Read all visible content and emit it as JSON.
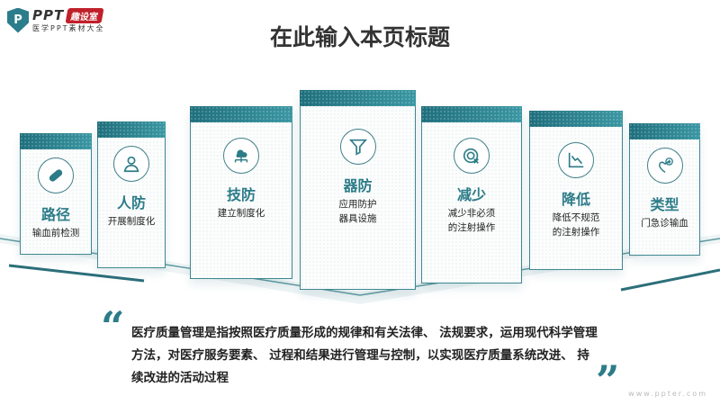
{
  "logo": {
    "brand": "PPT",
    "badge": "趣设室",
    "tagline": "医学PPT素材大全",
    "mark": "P"
  },
  "header": {
    "title": "在此输入本页标题"
  },
  "cards": [
    {
      "title": "路径",
      "sub": "输血前检测",
      "icon": "pill-icon"
    },
    {
      "title": "人防",
      "sub": "开展制度化",
      "icon": "doctor-icon"
    },
    {
      "title": "技防",
      "sub": "建立制度化",
      "icon": "cloud-network-icon"
    },
    {
      "title": "器防",
      "sub": "应用防护\n器具设施",
      "icon": "funnel-icon"
    },
    {
      "title": "减少",
      "sub": "减少非必须\n的注射操作",
      "icon": "target-cancel-icon"
    },
    {
      "title": "降低",
      "sub": "降低不规范\n的注射操作",
      "icon": "declining-chart-icon"
    },
    {
      "title": "类型",
      "sub": "门急诊输血",
      "icon": "heart-plus-icon"
    }
  ],
  "body": {
    "open_quote": "“",
    "close_quote": "”",
    "text": "医疗质量管理是指按照医疗质量形成的规律和有关法律、 法规要求，运用现代科学管理方法，对医疗服务要素、 过程和结果进行管理与控制，以实现医疗质量系统改进、 持续改进的活动过程"
  },
  "watermark": "www.ppter.com",
  "colors": {
    "accent": "#2c7c88",
    "badge": "#c0202a"
  }
}
